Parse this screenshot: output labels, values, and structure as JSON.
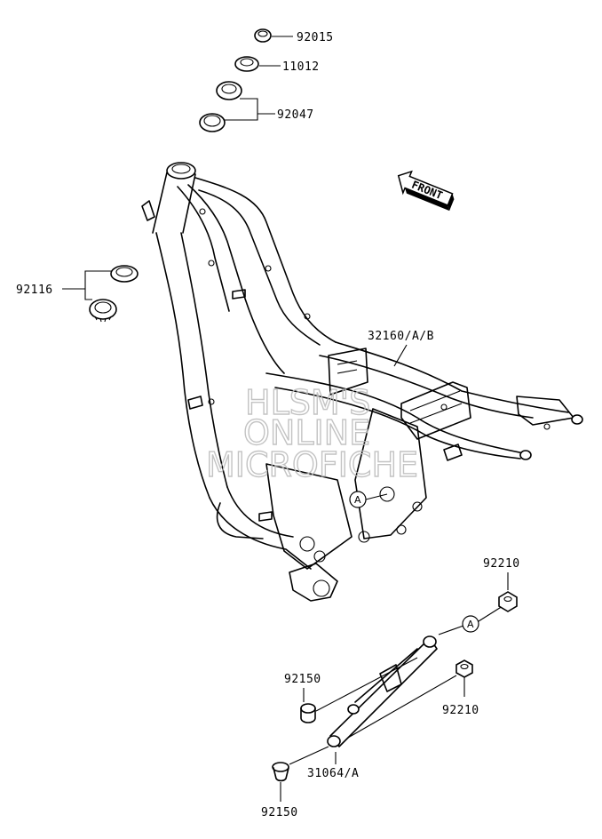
{
  "labels": {
    "p92015": "92015",
    "p11012": "11012",
    "p92047": "92047",
    "p92116": "92116",
    "p32160": "32160/A/B",
    "p92210_top": "92210",
    "p92210_mid": "92210",
    "p92150_top": "92150",
    "p92150_bot": "92150",
    "p31064": "31064/A",
    "ref_a_frame": "A",
    "ref_a_bracket": "A"
  },
  "front_arrow": {
    "text": "FRONT"
  },
  "watermark": {
    "line1": "HLSM'S",
    "line2": "ONLINE",
    "line3": "MICROFICHE"
  },
  "colors": {
    "ink": "#000000",
    "watermark": "#bdbdbd",
    "background": "#ffffff"
  }
}
